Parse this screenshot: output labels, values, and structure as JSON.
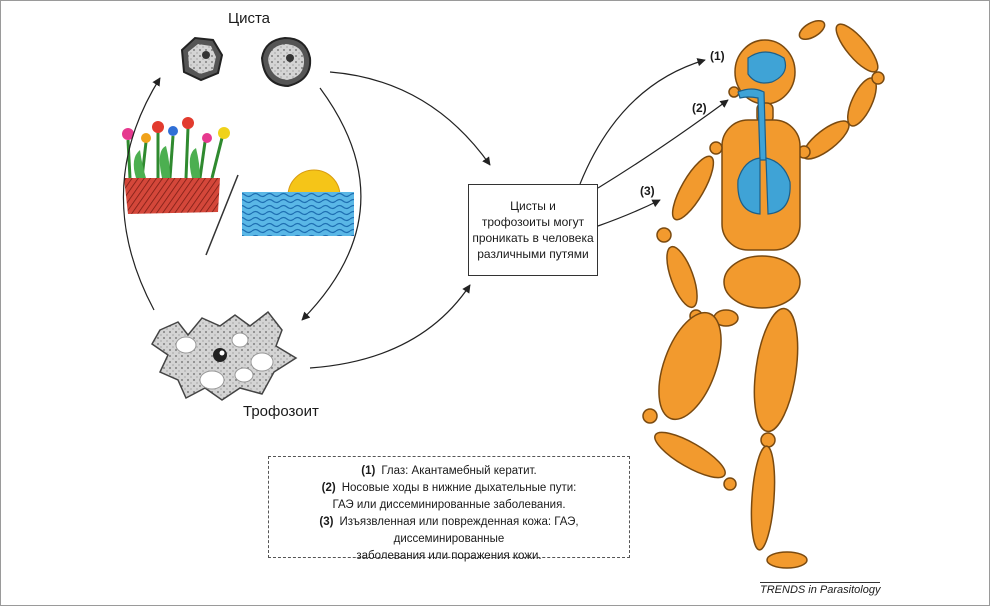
{
  "labels": {
    "cyst": "Циста",
    "trophozoite": "Трофозоит"
  },
  "center_box": {
    "lines": [
      "Цисты и",
      "трофозоиты могут",
      "проникать в человека",
      "различными путями"
    ]
  },
  "routes": {
    "r1": "(1)",
    "r2": "(2)",
    "r3": "(3)"
  },
  "legend": {
    "l1_num": "(1)",
    "l1_text": "Глаз: Акантамебный кератит.",
    "l2_num": "(2)",
    "l2_text": "Носовые ходы в нижние дыхательные пути:",
    "l3_text": "ГАЭ или диссеминированные заболевания.",
    "l4_num": "(3)",
    "l4_text": "Изъязвленная или поврежденная кожа: ГАЭ, диссеминированные",
    "l5_text": "заболевания или поражения кожи."
  },
  "credit": {
    "trends": "TRENDS",
    "rest": " in Parasitology"
  },
  "colors": {
    "body_orange": "#f29a2e",
    "body_outline": "#7a4a10",
    "organ_blue": "#3fa3d6",
    "water_blue": "#2f8fd0",
    "sun_yellow": "#f5c518",
    "soil_red": "#c23a2a",
    "cell_gray": "#c9c9c9"
  }
}
